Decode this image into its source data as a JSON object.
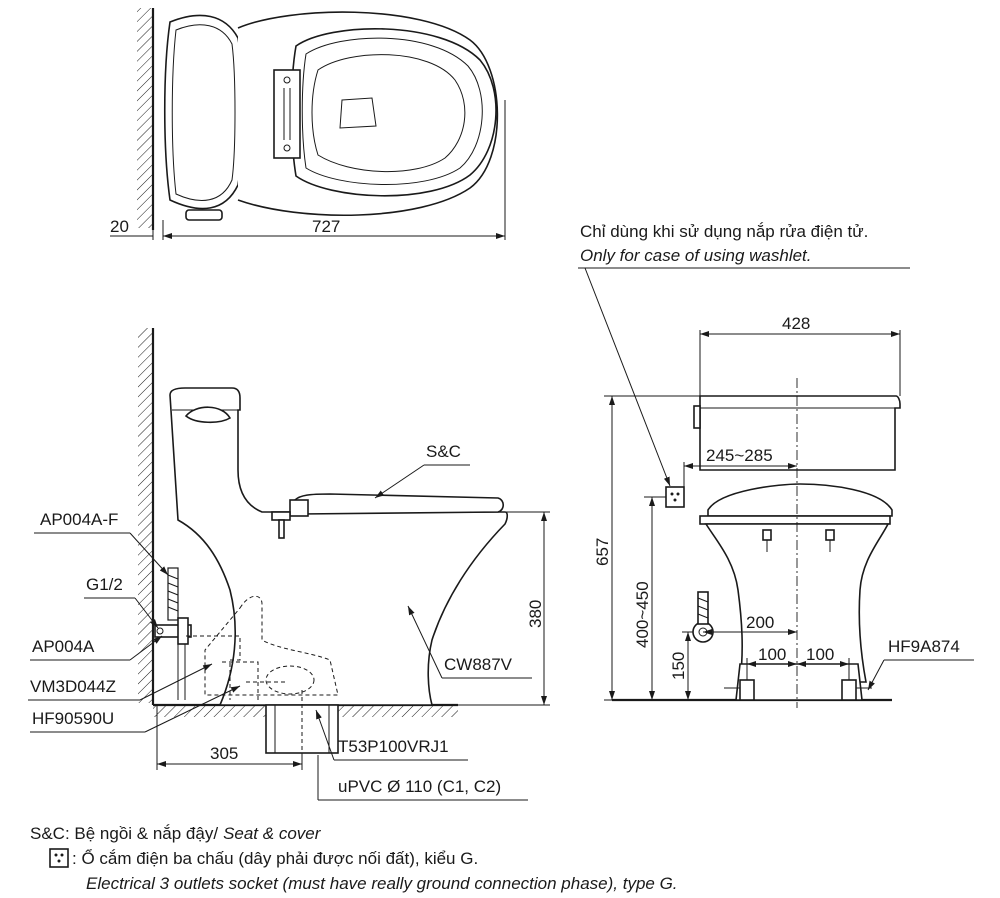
{
  "top_view": {
    "dim_wall": "20",
    "dim_length": "727"
  },
  "side_view": {
    "dim_height": "380",
    "dim_rough_in": "305",
    "labels": {
      "sc": "S&C",
      "ap004af": "AP004A-F",
      "g12": "G1/2",
      "ap004a": "AP004A",
      "vm3d044z": "VM3D044Z",
      "hf90590u": "HF90590U",
      "cw887v": "CW887V",
      "t53p100vrj1": "T53P100VRJ1",
      "upvc": "uPVC Ø 110 (C1, C2)"
    }
  },
  "front_view": {
    "note_vi": "Chỉ dùng khi sử dụng nắp rửa điện tử.",
    "note_en": "Only for case of using washlet.",
    "dim_width": "428",
    "dim_socket_offset": "245~285",
    "dim_total_height": "657",
    "dim_socket_height": "400~450",
    "dim_supply_offset": "200",
    "dim_supply_height": "150",
    "dim_bolt_left": "100",
    "dim_bolt_right": "100",
    "label_hf9a874": "HF9A874"
  },
  "legend": {
    "sc_line_vi": "S&C: Bệ ngồi & nắp đậy/",
    "sc_line_en": "Seat & cover",
    "socket_line_vi": ": Ổ cắm điện ba chấu (dây phải được nối đất), kiểu G.",
    "socket_line_en": "Electrical 3 outlets socket (must have really ground connection phase), type G.",
    "socket_icon": "three-pin-socket-icon"
  }
}
